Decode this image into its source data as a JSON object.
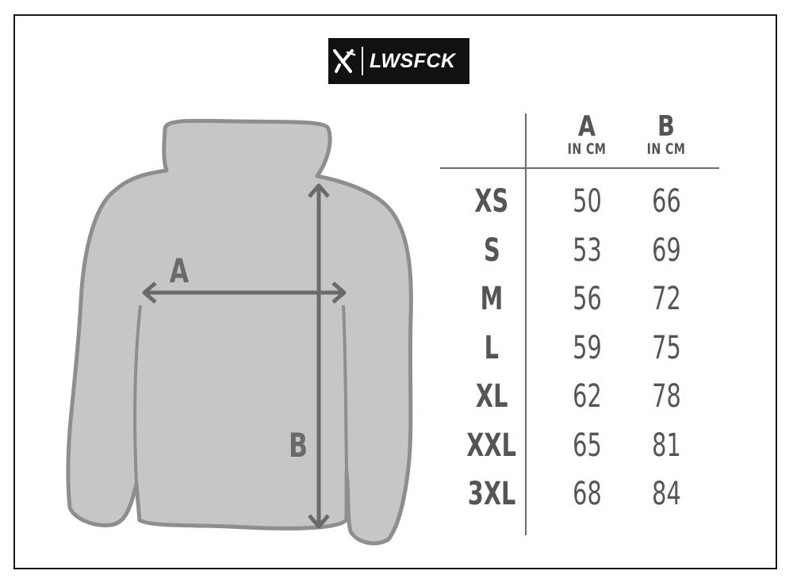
{
  "brand": {
    "name": "LWSFCK"
  },
  "diagram": {
    "label_a": "A",
    "label_b": "B"
  },
  "table": {
    "headers": [
      {
        "letter": "A",
        "unit": "IN CM"
      },
      {
        "letter": "B",
        "unit": "IN CM"
      }
    ],
    "rows": [
      {
        "size": "XS",
        "a": "50",
        "b": "66"
      },
      {
        "size": "S",
        "a": "53",
        "b": "69"
      },
      {
        "size": "M",
        "a": "56",
        "b": "72"
      },
      {
        "size": "L",
        "a": "59",
        "b": "75"
      },
      {
        "size": "XL",
        "a": "62",
        "b": "78"
      },
      {
        "size": "XXL",
        "a": "65",
        "b": "81"
      },
      {
        "size": "3XL",
        "a": "68",
        "b": "84"
      }
    ]
  },
  "colors": {
    "garment_fill": "#c6c6c6",
    "garment_outline": "#8e8e8e",
    "arrow": "#6a6a6a",
    "text": "#555555"
  }
}
